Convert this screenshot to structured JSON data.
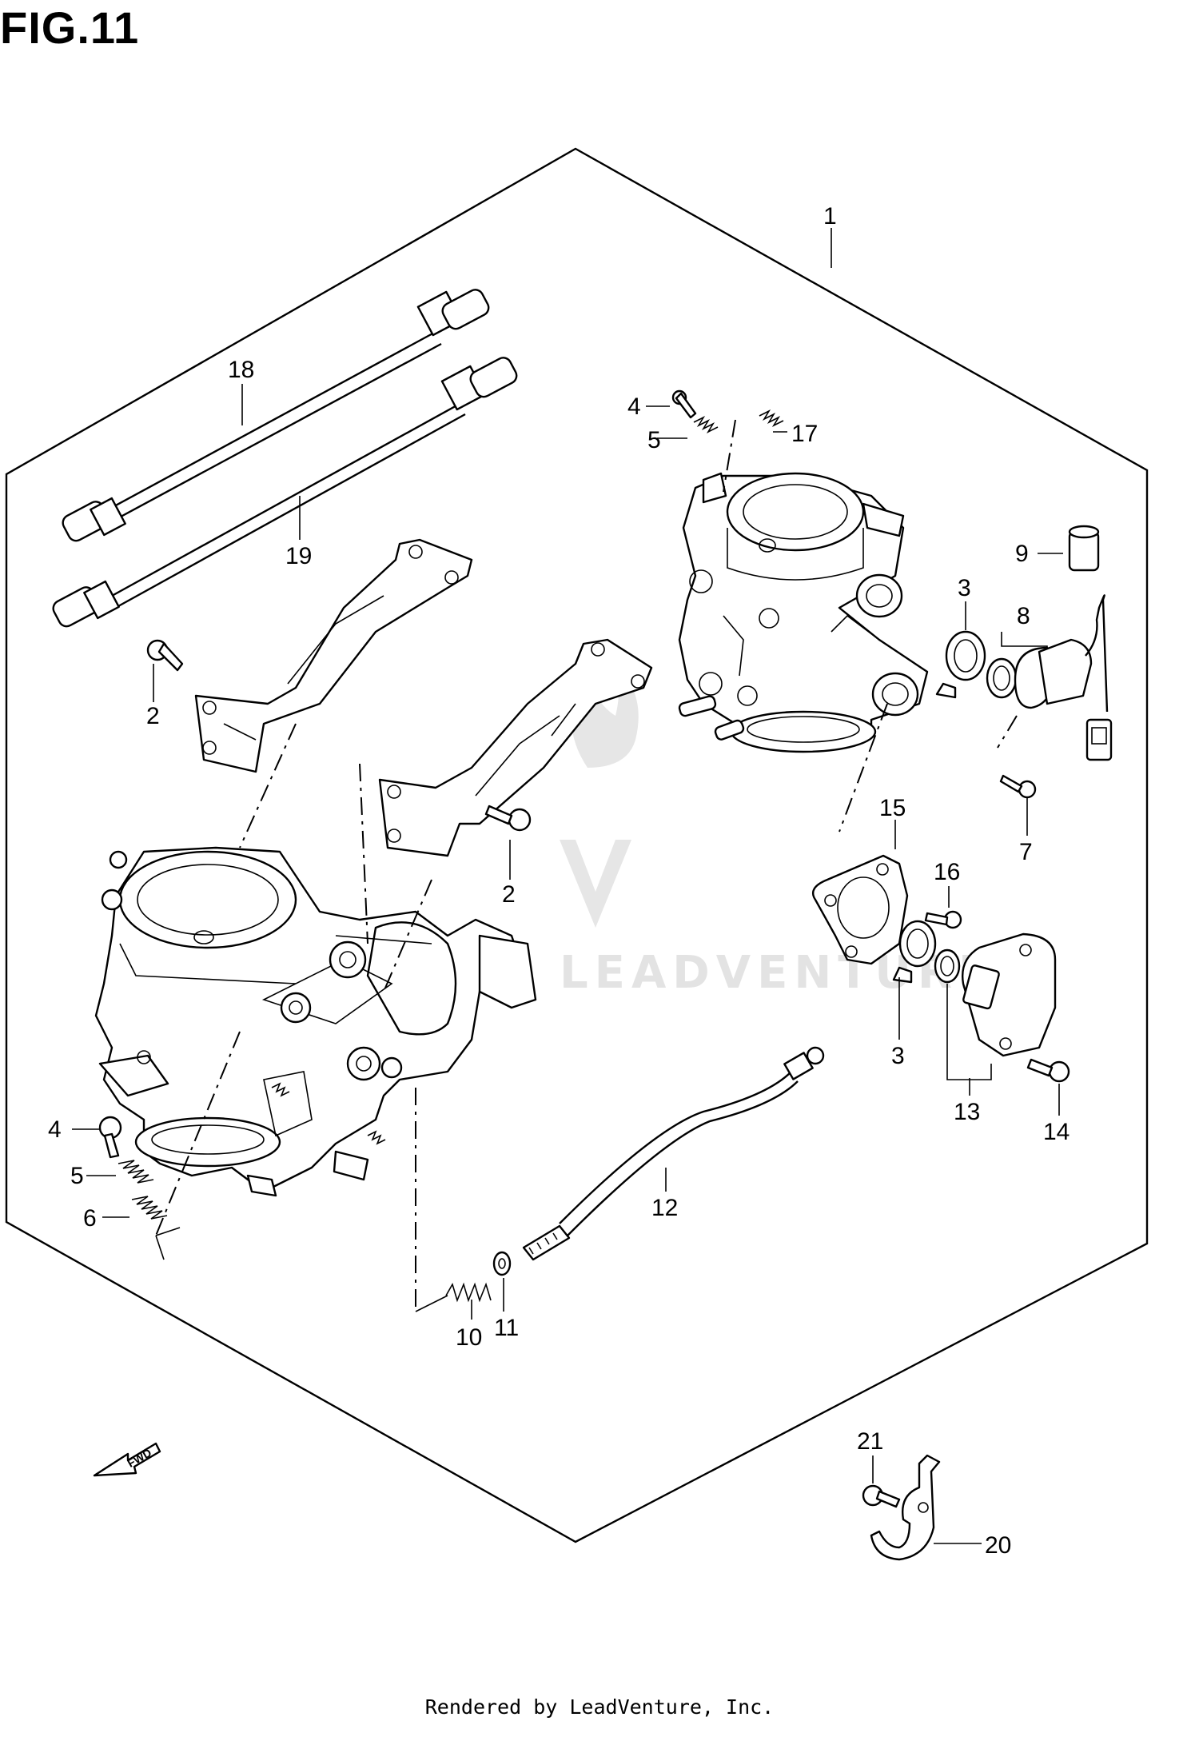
{
  "figure": {
    "title": "FIG.11",
    "footer": "Rendered by LeadVenture, Inc.",
    "watermark": "LEADVENTURE",
    "fwd_label": "FWD"
  },
  "callouts": [
    {
      "id": "c1",
      "label": "1"
    },
    {
      "id": "c18",
      "label": "18"
    },
    {
      "id": "c19",
      "label": "19"
    },
    {
      "id": "c2a",
      "label": "2"
    },
    {
      "id": "c2b",
      "label": "2"
    },
    {
      "id": "c4a",
      "label": "4"
    },
    {
      "id": "c5a",
      "label": "5"
    },
    {
      "id": "c17",
      "label": "17"
    },
    {
      "id": "c9",
      "label": "9"
    },
    {
      "id": "c3a",
      "label": "3"
    },
    {
      "id": "c8",
      "label": "8"
    },
    {
      "id": "c7",
      "label": "7"
    },
    {
      "id": "c15",
      "label": "15"
    },
    {
      "id": "c16",
      "label": "16"
    },
    {
      "id": "c3b",
      "label": "3"
    },
    {
      "id": "c13",
      "label": "13"
    },
    {
      "id": "c14",
      "label": "14"
    },
    {
      "id": "c4b",
      "label": "4"
    },
    {
      "id": "c5b",
      "label": "5"
    },
    {
      "id": "c6",
      "label": "6"
    },
    {
      "id": "c12",
      "label": "12"
    },
    {
      "id": "c10",
      "label": "10"
    },
    {
      "id": "c11",
      "label": "11"
    },
    {
      "id": "c21",
      "label": "21"
    },
    {
      "id": "c20",
      "label": "20"
    }
  ]
}
